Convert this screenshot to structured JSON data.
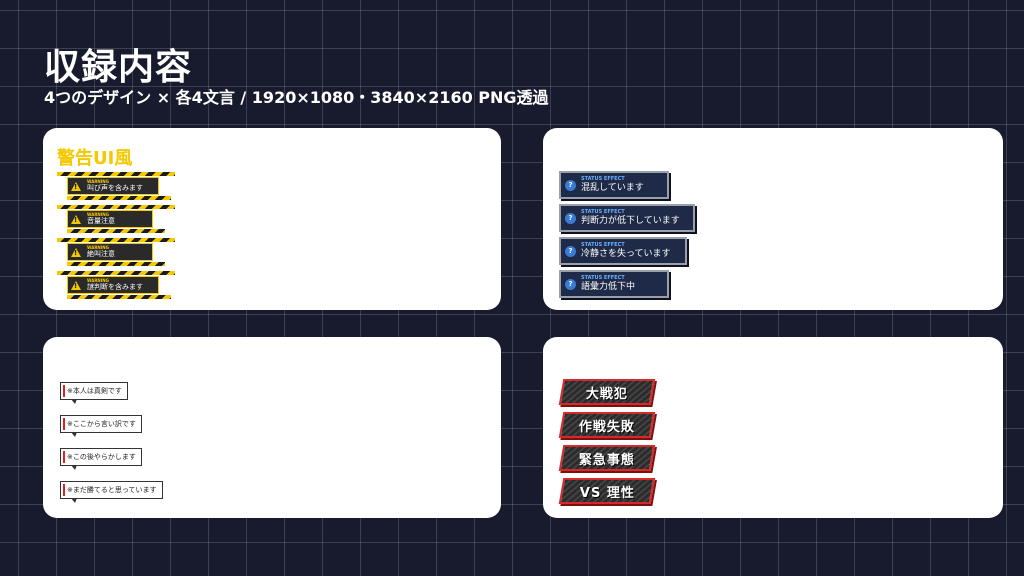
{
  "header": {
    "title": "収録内容",
    "subtitle": "4つのデザイン × 各4文言 / 1920×1080・3840×2160 PNG透過"
  },
  "warning_panel": {
    "heading": "警告UI風",
    "badge": "WARNING",
    "items": [
      "叫び声を含みます",
      "音量注意",
      "絶叫注意",
      "謎判断を含みます"
    ]
  },
  "status_panel": {
    "badge": "STATUS EFFECT",
    "icon": "?",
    "items": [
      "混乱しています",
      "判断力が低下しています",
      "冷静さを失っています",
      "語彙力低下中"
    ]
  },
  "bubble_panel": {
    "items": [
      "※本人は真剣です",
      "※ここから言い訳です",
      "※この後やらかします",
      "※まだ勝てると思っています"
    ]
  },
  "title_panel": {
    "items": [
      "大戦犯",
      "作戦失敗",
      "緊急事態",
      "VS 理性"
    ]
  },
  "colors": {
    "background": "#181b2e",
    "warning_yellow": "#f5c800",
    "status_blue": "#1f2a48",
    "accent_red": "#d42a2a"
  }
}
